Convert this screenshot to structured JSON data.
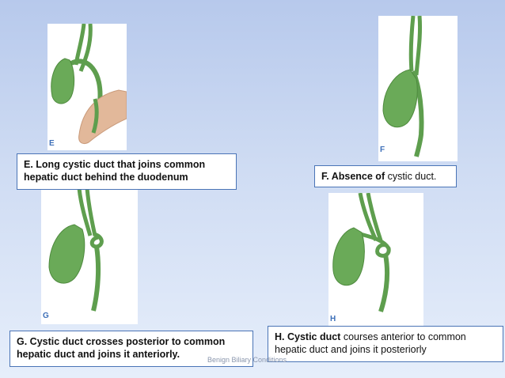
{
  "panels": {
    "e": {
      "label": "E"
    },
    "f": {
      "label": "F"
    },
    "g": {
      "label": "G"
    },
    "h": {
      "label": "H"
    }
  },
  "captions": {
    "e": {
      "bold": "E. Long cystic duct that joins common hepatic duct behind the duodenum",
      "text": ""
    },
    "f": {
      "bold": "F. Absence of",
      "text": " cystic duct."
    },
    "g": {
      "bold": "G. Cystic duct crosses posterior to common hepatic duct and joins it anteriorly.",
      "text": ""
    },
    "h": {
      "bold": "H. Cystic duct",
      "text": " courses anterior to common hepatic duct and joins it posteriorly"
    }
  },
  "footer": {
    "text": "Benign Biliary Conditions"
  },
  "colors": {
    "gallbladder": "#6aaa58",
    "duct": "#5e9e4e",
    "duodenum": "#e2b89a"
  }
}
